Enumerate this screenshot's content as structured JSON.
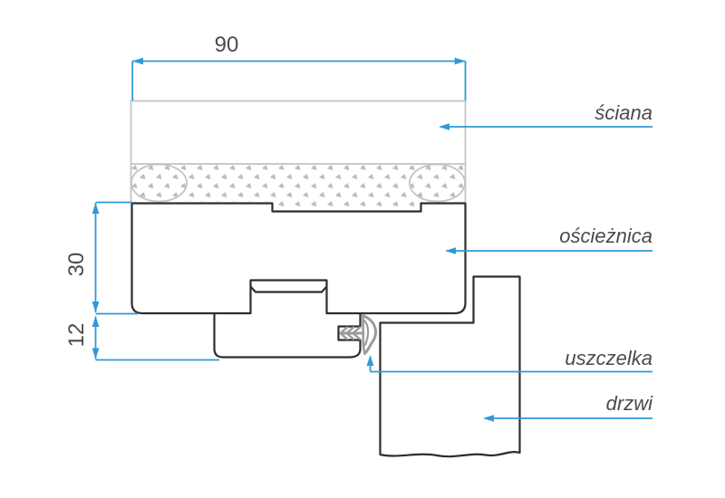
{
  "diagram": {
    "labels": {
      "wall": "ściana",
      "frame": "ościeżnica",
      "gasket": "uszczelka",
      "door": "drzwi"
    },
    "dimensions": {
      "wall_width": "90",
      "frame_thickness": "30",
      "stop_height": "12"
    },
    "colors": {
      "accent_blue": "#2f99d6",
      "outline_dark": "#2d2d2d",
      "hatch_gray": "#c9c9c9",
      "pattern_gray": "#bdbdbd",
      "speckle_gray": "#adadad",
      "wall_border_gray": "#c4c4c4",
      "gasket_gray": "#9b9b9b",
      "label_gray": "#4a4a4a"
    }
  }
}
